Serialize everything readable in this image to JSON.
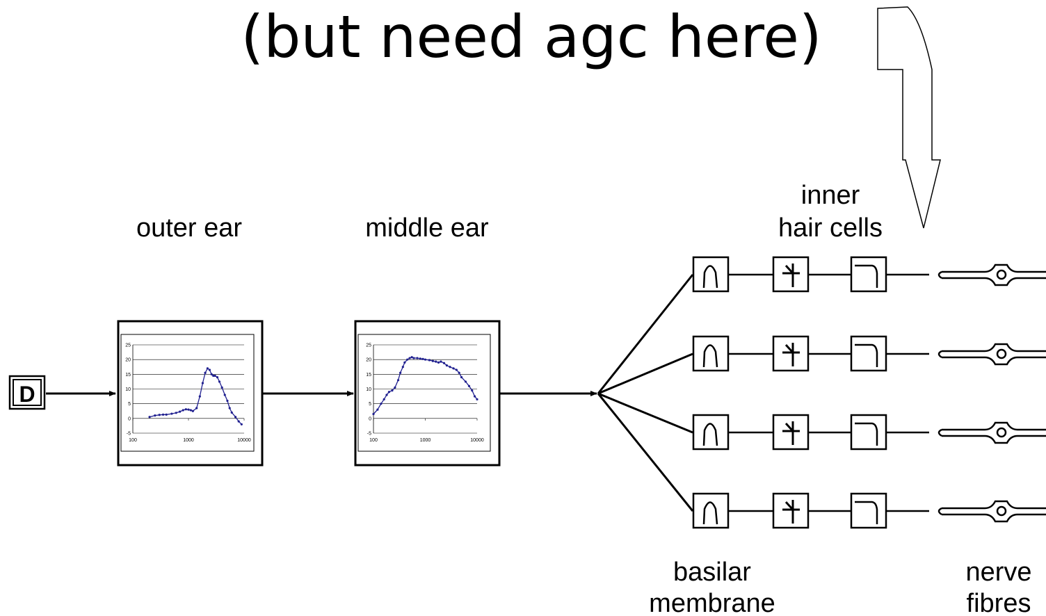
{
  "title": "(but need agc here)",
  "labels": {
    "outer_ear": "outer ear",
    "middle_ear": "middle ear",
    "inner": "inner",
    "hair_cells": "hair cells",
    "basilar": "basilar",
    "membrane": "membrane",
    "nerve": "nerve",
    "fibres": "fibres"
  },
  "input_symbol": "D",
  "channel_count": 4,
  "colors": {
    "stroke": "#000000",
    "curve": "#1f1f8f",
    "grid": "#000000",
    "background": "#ffffff"
  },
  "chart_data": [
    {
      "type": "line",
      "title": "",
      "xlabel": "",
      "ylabel": "",
      "x_scale": "log",
      "xlim": [
        100,
        10000
      ],
      "ylim": [
        -5,
        25
      ],
      "x_ticks": [
        "100",
        "1000",
        "10000"
      ],
      "y_ticks": [
        "25",
        "20",
        "15",
        "10",
        "5",
        "0",
        "-5"
      ],
      "series": [
        {
          "x": [
            200,
            250,
            300,
            350,
            400,
            500,
            600,
            700,
            800,
            900,
            1000,
            1100,
            1200,
            1400,
            1600,
            1800,
            2000,
            2200,
            2400,
            2600,
            2800,
            3000,
            3300,
            3600,
            4000,
            4500,
            5000,
            5500,
            6000,
            7000,
            8000,
            9000
          ],
          "y": [
            0.5,
            1,
            1.2,
            1.3,
            1.3,
            1.6,
            1.9,
            2.3,
            2.8,
            3.1,
            3.0,
            2.8,
            2.5,
            3.5,
            7.5,
            12,
            15.5,
            17,
            16.5,
            15,
            14.5,
            14.5,
            14,
            12.5,
            10.5,
            8,
            6,
            3.5,
            2,
            0.5,
            -1,
            -2
          ]
        }
      ]
    },
    {
      "type": "line",
      "title": "",
      "xlabel": "",
      "ylabel": "",
      "x_scale": "log",
      "xlim": [
        100,
        10000
      ],
      "ylim": [
        -5,
        25
      ],
      "x_ticks": [
        "100",
        "1000",
        "10000"
      ],
      "y_ticks": [
        "25",
        "20",
        "15",
        "10",
        "5",
        "0",
        "-5"
      ],
      "series": [
        {
          "x": [
            100,
            120,
            140,
            160,
            180,
            200,
            230,
            260,
            300,
            330,
            370,
            400,
            450,
            500,
            550,
            600,
            700,
            800,
            900,
            1000,
            1200,
            1400,
            1600,
            1800,
            2000,
            2300,
            2600,
            3000,
            3500,
            4000,
            4500,
            5000,
            6000,
            7000,
            8000,
            9000,
            10000
          ],
          "y": [
            1.5,
            3,
            5,
            6.5,
            8,
            9,
            9.5,
            10.5,
            13,
            15.5,
            17.5,
            19,
            20,
            20.5,
            20.8,
            20.5,
            20.5,
            20.3,
            20.2,
            20,
            19.8,
            19.5,
            19.3,
            19,
            19.3,
            18.8,
            18,
            17.5,
            17,
            16.5,
            15.5,
            14,
            12.5,
            11,
            9.5,
            7.5,
            6.5
          ]
        }
      ]
    }
  ]
}
